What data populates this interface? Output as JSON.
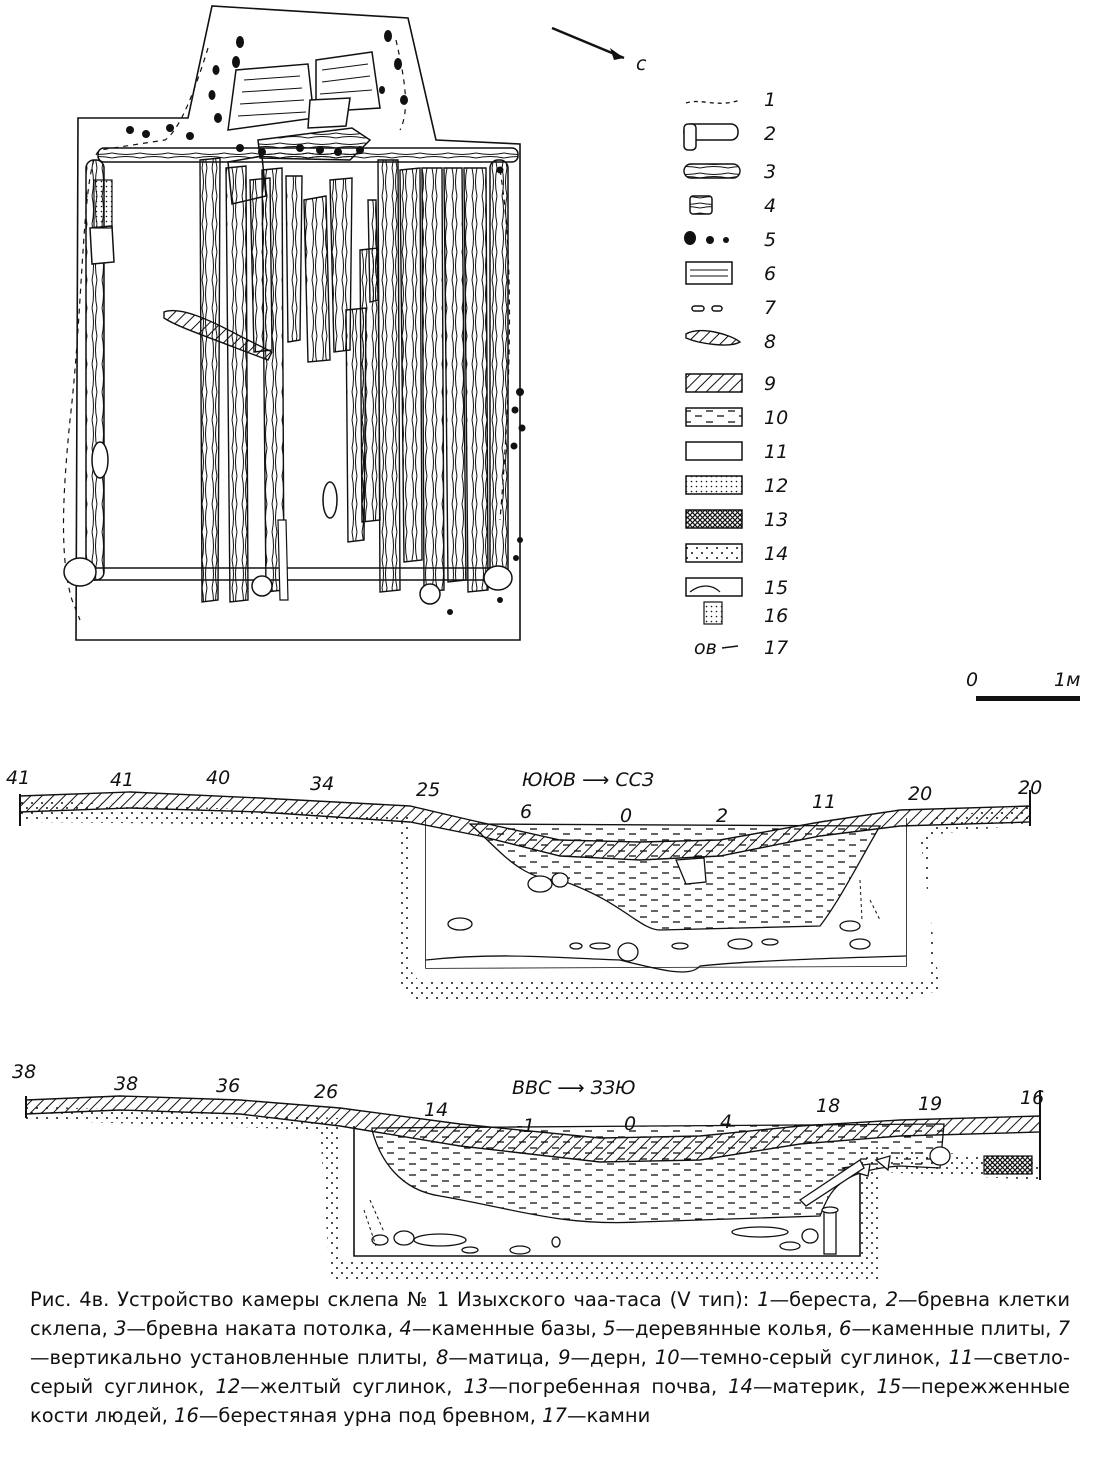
{
  "north_label": "с",
  "legend": [
    "1",
    "2",
    "3",
    "4",
    "5",
    "6",
    "7",
    "8",
    "9",
    "10",
    "11",
    "12",
    "13",
    "14",
    "15",
    "16",
    "17"
  ],
  "legend_17_sample": "ов",
  "scale": {
    "start": "0",
    "end": "1м"
  },
  "section1": {
    "direction": "ЮЮВ ⟶ ССЗ",
    "depths": [
      "41",
      "41",
      "40",
      "34",
      "25",
      "6",
      "0",
      "2",
      "11",
      "20",
      "20"
    ]
  },
  "section2": {
    "direction": "ВВС ⟶ ЗЗЮ",
    "depths": [
      "38",
      "38",
      "36",
      "26",
      "14",
      "-1",
      "0",
      "4",
      "18",
      "19",
      "16"
    ]
  },
  "caption": {
    "title": "Рис. 4в. Устройство камеры склепа № 1 Изыхского чаа-таса (V тип): ",
    "items": [
      {
        "n": "1",
        "t": "—береста, "
      },
      {
        "n": "2",
        "t": "—бревна клетки склепа, "
      },
      {
        "n": "3",
        "t": "—бревна наката потолка, "
      },
      {
        "n": "4",
        "t": "—каменные базы, "
      },
      {
        "n": "5",
        "t": "—деревянные колья, "
      },
      {
        "n": "6",
        "t": "—каменные плиты, "
      },
      {
        "n": "7",
        "t": "—вертикально установленные плиты, "
      },
      {
        "n": "8",
        "t": "—матица, "
      },
      {
        "n": "9",
        "t": "—дерн, "
      },
      {
        "n": "10",
        "t": "—темно-серый суглинок, "
      },
      {
        "n": "11",
        "t": "—светло-серый суглинок, "
      },
      {
        "n": "12",
        "t": "—желтый суглинок, "
      },
      {
        "n": "13",
        "t": "—погребенная почва, "
      },
      {
        "n": "14",
        "t": "—материк, "
      },
      {
        "n": "15",
        "t": "—пережженные кости людей, "
      },
      {
        "n": "16",
        "t": "—берестяная урна под бревном, "
      },
      {
        "n": "17",
        "t": "—камни"
      }
    ]
  }
}
